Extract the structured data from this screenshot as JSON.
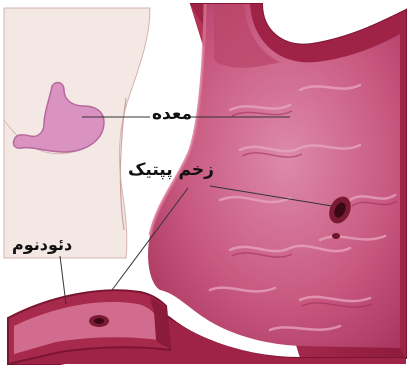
{
  "labels": {
    "stomach": "معده",
    "peptic_ulcer": "زخم پپتیک",
    "duodenum": "دئودنوم"
  },
  "colors": {
    "background": "#ffffff",
    "torso_fill": "#f1e5df",
    "torso_outline": "#cfa9a6",
    "stomach_wall": "#9d2145",
    "stomach_wall_light": "#c8506e",
    "mucosa": "#c6567c",
    "mucosa_highlight": "#e49bb7",
    "ulcer": "#5a0f22",
    "small_stomach": "#d98fbf",
    "leader_line": "#333333"
  }
}
